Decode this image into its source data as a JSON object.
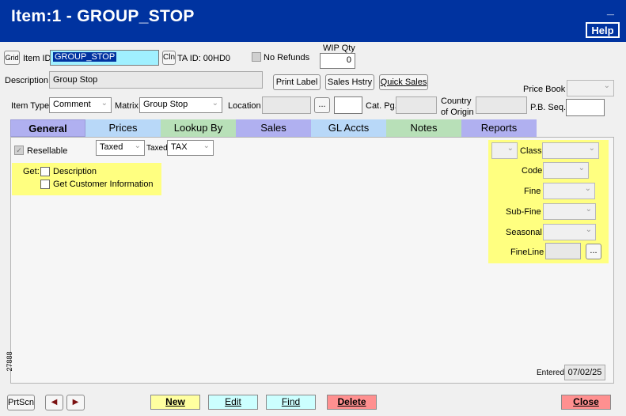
{
  "window": {
    "title": "Item:1 - GROUP_STOP",
    "minimize": "_",
    "help": "Help"
  },
  "header": {
    "grid_button": "Grid",
    "item_id_label": "Item ID",
    "item_id_value": "GROUP_STOP",
    "cln_button": "Cln",
    "ta_id_label": "TA ID: 00HD0",
    "no_refunds_label": "No Refunds",
    "wip_qty_label": "WIP Qty",
    "wip_qty_value": "0",
    "description_label": "Description",
    "description_value": "Group Stop",
    "print_label_button": "Print Label",
    "sales_history_button": "Sales Hstry",
    "quick_sales_button": "Quick Sales",
    "price_book_label": "Price Book",
    "item_type_label": "Item Type",
    "item_type_value": "Comment",
    "matrix_label": "Matrix",
    "matrix_value": "Group Stop",
    "location_label": "Location",
    "location_browse": "...",
    "cat_pg_label": "Cat. Pg.",
    "country_of_origin_line1": "Country",
    "country_of_origin_line2": "of Origin",
    "pb_seq_label": "P.B. Seq."
  },
  "tabs": [
    {
      "label": "General",
      "color": "#b0b0f0"
    },
    {
      "label": "Prices",
      "color": "#b8d8f8"
    },
    {
      "label": "Lookup By",
      "color": "#b8e0b8"
    },
    {
      "label": "Sales",
      "color": "#b0b0f0"
    },
    {
      "label": "GL Accts",
      "color": "#b8d8f8"
    },
    {
      "label": "Notes",
      "color": "#b8e0b8"
    },
    {
      "label": "Reports",
      "color": "#b0b0f0"
    }
  ],
  "general": {
    "resellable_label": "Resellable",
    "taxed_value": "Taxed",
    "taxed_label": "Taxed",
    "tax_value": "TAX",
    "get_label": "Get:",
    "get_description_label": "Description",
    "get_customer_info_label": "Get Customer Information",
    "class_label": "Class",
    "code_label": "Code",
    "fine_label": "Fine",
    "sub_fine_label": "Sub-Fine",
    "seasonal_label": "Seasonal",
    "fineline_label": "FineLine",
    "fineline_browse": "...",
    "side_number": "27888",
    "entered_label": "Entered",
    "entered_value": "07/02/25"
  },
  "footer": {
    "prtscn_button": "PrtScn",
    "prev_arrow": "◀",
    "next_arrow": "▶",
    "new_button": "New",
    "edit_button": "Edit",
    "find_button": "Find",
    "delete_button": "Delete",
    "close_button": "Close"
  }
}
